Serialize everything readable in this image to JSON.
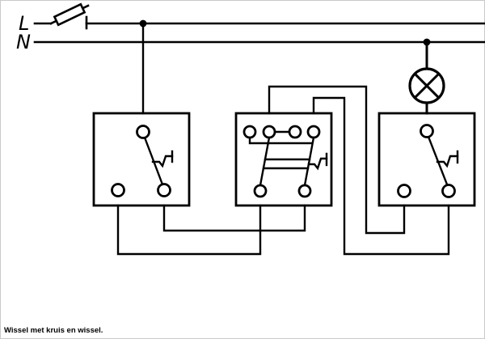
{
  "caption": "Wissel met kruis en wissel.",
  "rails": {
    "live_label": "L",
    "neutral_label": "N"
  },
  "colors": {
    "line": "#000000",
    "background": "#ffffff"
  },
  "icons": {
    "fuse": "fuse-icon",
    "lamp": "lamp-icon",
    "switch_left": "two-way-switch-icon",
    "switch_middle": "intermediate-switch-icon",
    "switch_right": "two-way-switch-icon"
  }
}
